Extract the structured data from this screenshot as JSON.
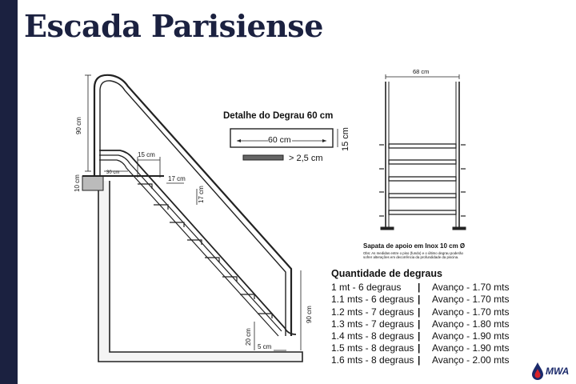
{
  "title": "Escada Parisiense",
  "side_view": {
    "dim_top_height": "90 cm",
    "dim_border": "10 cm",
    "dim_step_depth": "15 cm",
    "dim_offset": "30 cm",
    "dim_rise_a": "17 cm",
    "dim_rise_b": "17 cm",
    "dim_bottom_height": "90 cm",
    "dim_floor_gap": "20 cm",
    "dim_floor_offset": "5 cm"
  },
  "step_detail": {
    "title": "Detalhe do Degrau 60 cm",
    "width": "60 cm",
    "height": "15 cm",
    "thickness": "> 2,5 cm"
  },
  "front_view": {
    "width": "68 cm",
    "caption": "Sapata de apoio em Inox 10 cm Ø",
    "note_line1": "Obs: As medidas entre o piso (fundo) e o último degrau poderão",
    "note_line2": "sofrer alterações em decorrência da profundidade da piscina."
  },
  "quantity": {
    "title": "Quantidade de degraus",
    "rows": [
      {
        "size": "1 mt - 6 degraus",
        "sep": "|",
        "advance": "Avanço - 1.70 mts"
      },
      {
        "size": "1.1 mts - 6 degraus",
        "sep": "|",
        "advance": "Avanço - 1.70 mts"
      },
      {
        "size": "1.2 mts - 7 degraus",
        "sep": "|",
        "advance": "Avanço - 1.70 mts"
      },
      {
        "size": "1.3 mts - 7 degraus",
        "sep": "|",
        "advance": "Avanço - 1.80 mts"
      },
      {
        "size": "1.4 mts - 8 degraus",
        "sep": "|",
        "advance": "Avanço - 1.90 mts"
      },
      {
        "size": "1.5 mts - 8 degraus",
        "sep": "|",
        "advance": "Avanço - 1.90 mts"
      },
      {
        "size": "1.6 mts - 8 degraus",
        "sep": "|",
        "advance": "Avanço - 2.00 mts"
      }
    ]
  },
  "logo": {
    "text": "MWA",
    "drop_color": "#1b2a6b",
    "flame_color": "#d8232a"
  }
}
